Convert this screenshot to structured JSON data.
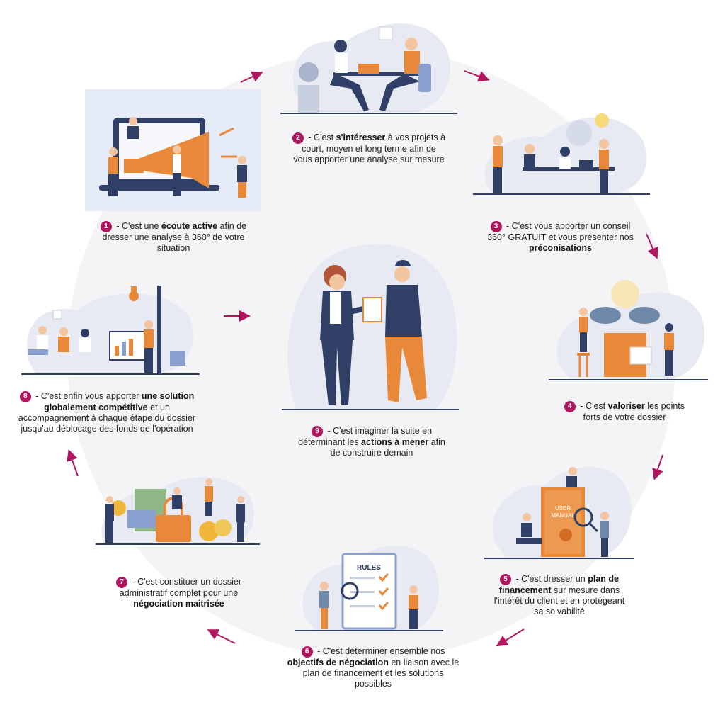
{
  "colors": {
    "accent": "#b0155f",
    "navy": "#2f3f66",
    "orange": "#e8893a",
    "blob": "#e7eaf3"
  },
  "steps": [
    {
      "num": "1",
      "a": " - C'est une ",
      "b": "écoute active",
      "c": " afin de dresser une analyse à 360° de votre situation"
    },
    {
      "num": "2",
      "a": " - C'est ",
      "b": "s'intéresser",
      "c": " à vos projets à court, moyen et long terme afin de vous apporter une analyse sur mesure"
    },
    {
      "num": "3",
      "a": " - C'est vous apporter un conseil 360° GRATUIT et vous présenter nos ",
      "b": "préconisations",
      "c": ""
    },
    {
      "num": "4",
      "a": " - C'est ",
      "b": "valoriser",
      "c": " les points forts de votre dossier"
    },
    {
      "num": "5",
      "a": " - C'est dresser un ",
      "b": "plan de financement",
      "c": " sur mesure dans l'intérêt du client et en protégeant sa solvabilité"
    },
    {
      "num": "6",
      "a": " - C'est déterminer ensemble nos ",
      "b": "objectifs de négociation",
      "c": " en liaison avec le plan de financement et les solutions possibles"
    },
    {
      "num": "7",
      "a": " - C'est constituer un dossier administratif complet pour une ",
      "b": "négociation maitrisée",
      "c": ""
    },
    {
      "num": "8",
      "a": " - C'est enfin vous apporter ",
      "b": "une solution globalement compétitive",
      "c": " et un accompagnement à chaque étape du dossier jusqu'au déblocage des fonds de l'opération"
    },
    {
      "num": "9",
      "a": " - C'est imaginer la suite en déterminant les ",
      "b": "actions à mener",
      "c": " afin de construire demain"
    }
  ],
  "illustrations": {
    "megaphone": "megaphone-icon",
    "rules_title": "RULES",
    "manual_line1": "USER",
    "manual_line2": "MANUAL"
  }
}
